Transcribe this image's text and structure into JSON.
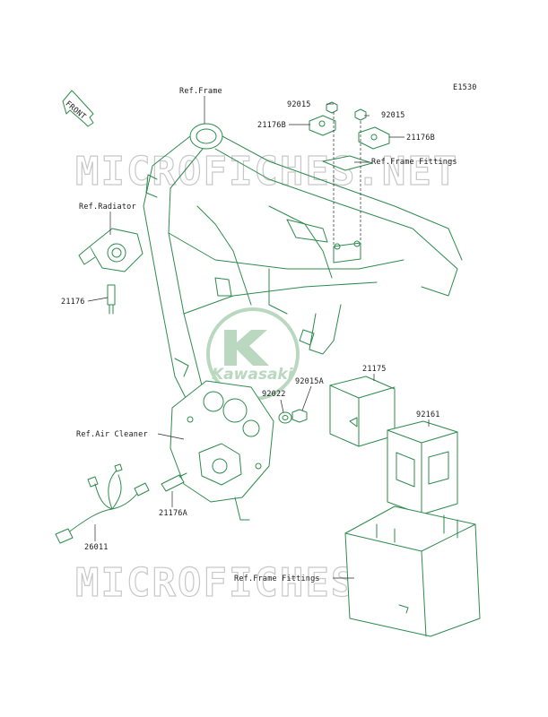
{
  "diagram_code": "E1530",
  "front_arrow_label": "FRONT",
  "watermark_text": "MICROFICHES.NET",
  "logo_text": "Kawasaki",
  "colors": {
    "line_art": "#2e8b4e",
    "watermark": "#c8c8c8",
    "logo": "#b9d8bf",
    "label": "#1b1b1b"
  },
  "labels": {
    "ref_frame": "Ref.Frame",
    "p92015_a": "92015",
    "p92015_b": "92015",
    "p21176b_a": "21176B",
    "p21176b_b": "21176B",
    "ref_frame_fittings_top": "Ref.Frame Fittings",
    "ref_radiator": "Ref.Radiator",
    "p21176": "21176",
    "p21175": "21175",
    "p92015a": "92015A",
    "p92022": "92022",
    "p92161": "92161",
    "ref_air_cleaner": "Ref.Air Cleaner",
    "p26011": "26011",
    "p21176a": "21176A",
    "ref_frame_fittings_bottom": "Ref.Frame Fittings"
  }
}
